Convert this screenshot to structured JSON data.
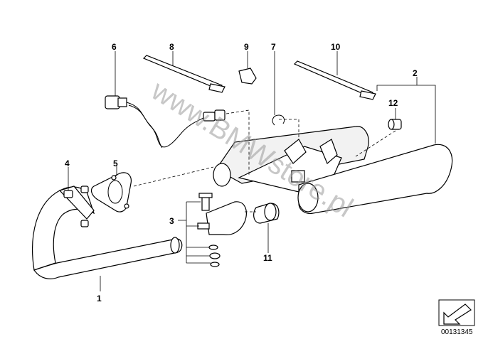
{
  "watermark": "www.BMWstore.pl",
  "diagram_id": "00131345",
  "callouts": {
    "c1": "1",
    "c2": "2",
    "c3": "3",
    "c4": "4",
    "c5": "5",
    "c6": "6",
    "c7": "7",
    "c8": "8",
    "c9": "9",
    "c10": "10",
    "c11": "11",
    "c12": "12"
  },
  "icons": {
    "corner": "arrow-icon"
  }
}
